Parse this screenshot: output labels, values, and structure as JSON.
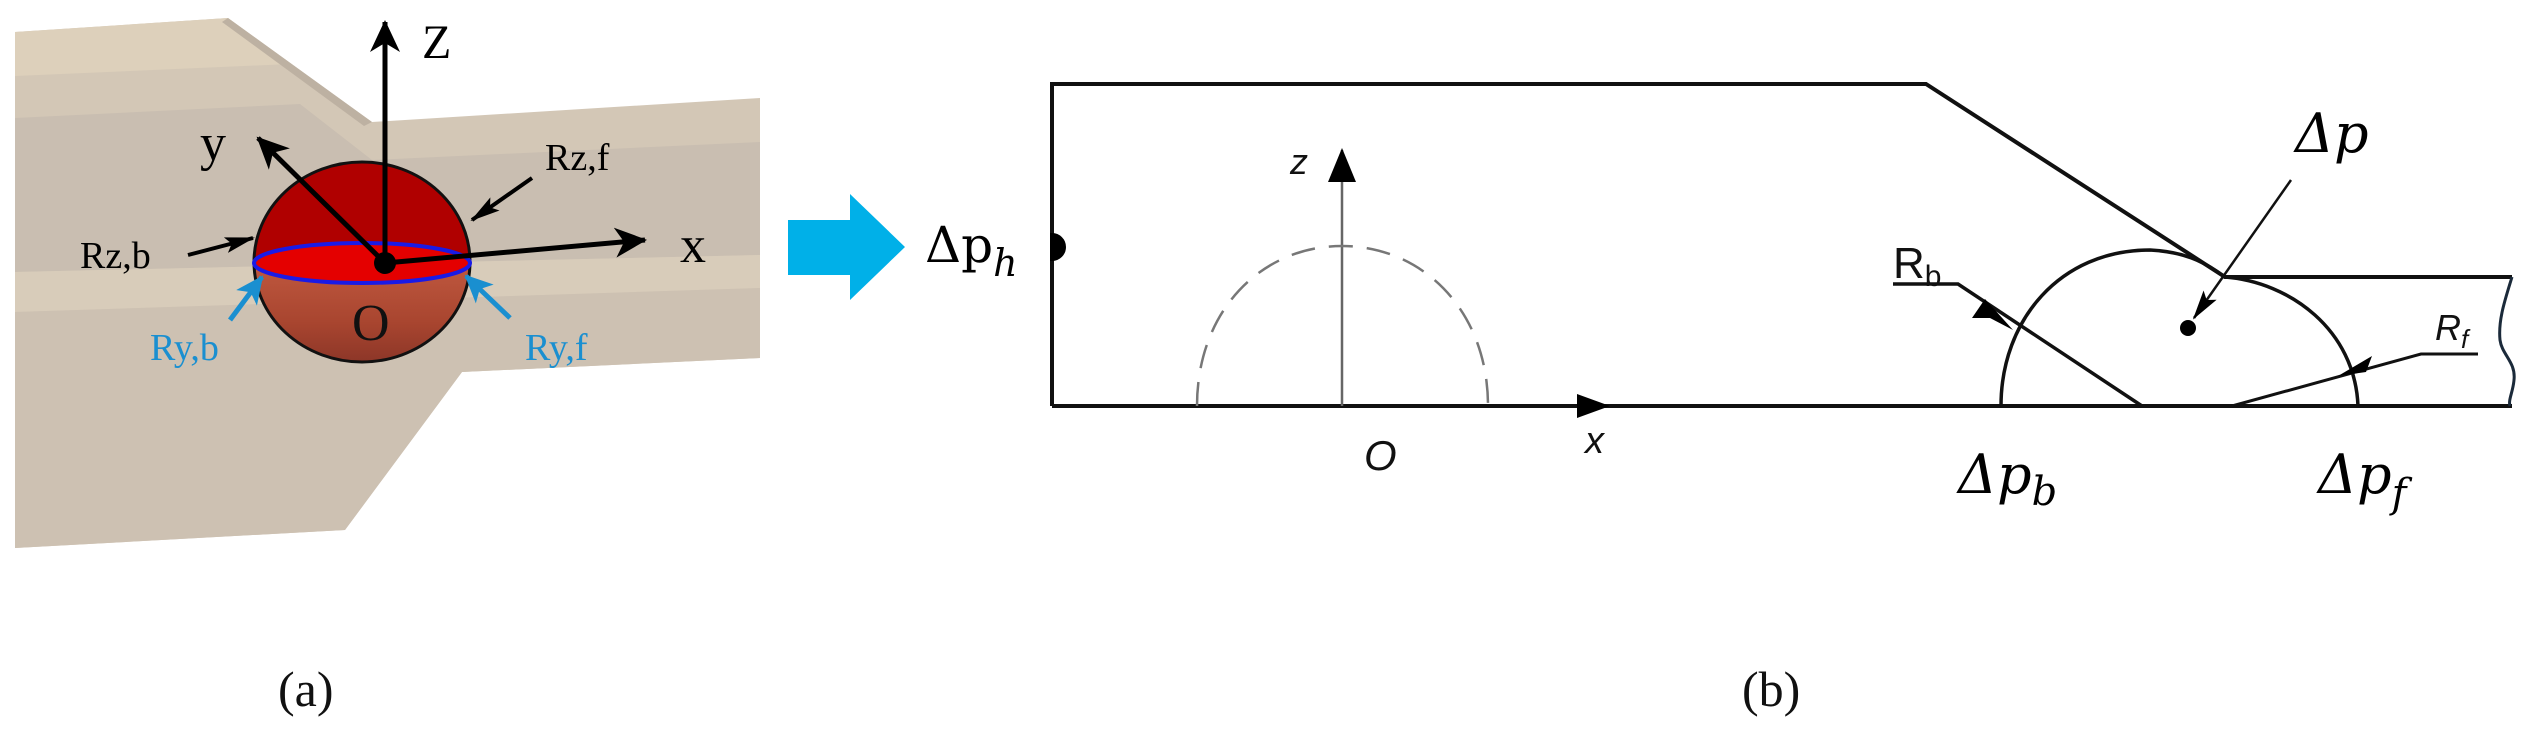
{
  "figure": {
    "panel_a": {
      "caption": "(a)",
      "axes": {
        "z": "Z",
        "y": "y",
        "x": "x"
      },
      "origin_label": "O",
      "radii_labels": {
        "rz_f": "Rz,f",
        "rz_b": "Rz,b",
        "ry_b": "Ry,b",
        "ry_f": "Ry,f"
      },
      "colors": {
        "channel_light": "#d9ccb8",
        "channel_dark": "#cbbfb0",
        "sphere_upper": "#b00000",
        "sphere_equator": "#e00000",
        "sphere_lower_top": "#b8503a",
        "sphere_lower_bottom": "#8a3226",
        "equator_outline": "#1a1ae6",
        "ry_label": "#1a8fd0"
      }
    },
    "transition_arrow": {
      "color": "#00b0e8"
    },
    "panel_b": {
      "caption": "(b)",
      "labels": {
        "dp_h_main": "Δp",
        "dp_h_sub": "h",
        "dp_main": "Δp",
        "dp_b_main": "Δp",
        "dp_b_sub": "b",
        "dp_f_main": "Δp",
        "dp_f_sub": "f",
        "rb_main": "R",
        "rb_sub": "b",
        "rf_main": "R",
        "rf_sub": "f",
        "axis_z": "z",
        "axis_x": "x",
        "origin": "O"
      },
      "colors": {
        "outline": "#111111",
        "dashed_arc": "#777777",
        "break_line": "#1b2a3a"
      }
    }
  }
}
